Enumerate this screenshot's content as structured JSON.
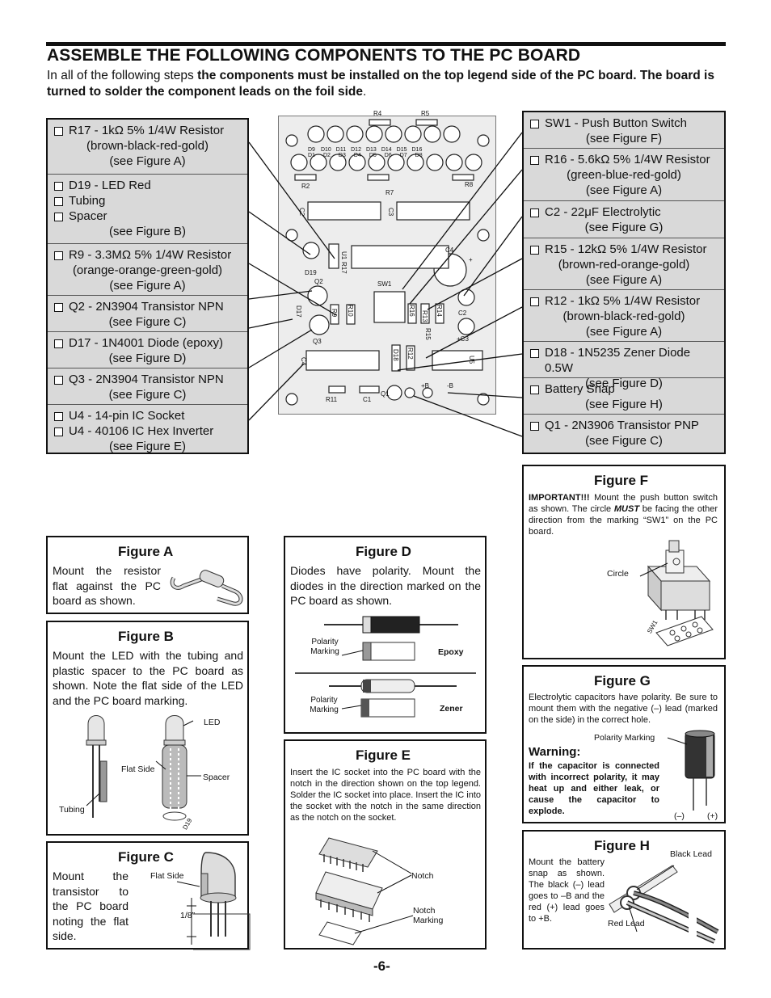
{
  "title": "ASSEMBLE THE FOLLOWING COMPONENTS TO THE PC BOARD",
  "intro": {
    "plain": "In all of the following steps ",
    "bold": "the components must be installed on the top legend side of the PC board.  The board is turned to solder the component leads on the foil side",
    "end": "."
  },
  "left_items": [
    {
      "lines": [
        "R17 - 1kΩ 5% 1/4W Resistor",
        "(brown-black-red-gold)",
        "(see Figure A)"
      ]
    },
    {
      "lines": [
        "D19 - LED Red",
        "Tubing",
        "Spacer",
        "(see Figure B)"
      ]
    },
    {
      "lines": [
        "R9 - 3.3MΩ 5% 1/4W Resistor",
        "(orange-orange-green-gold)",
        "(see Figure A)"
      ]
    },
    {
      "lines": [
        "Q2 - 2N3904 Transistor NPN",
        "(see Figure C)"
      ]
    },
    {
      "lines": [
        "D17 - 1N4001 Diode (epoxy)",
        "(see Figure D)"
      ]
    },
    {
      "lines": [
        "Q3 - 2N3904 Transistor NPN",
        "(see Figure C)"
      ]
    },
    {
      "lines": [
        "U4 - 14-pin IC Socket",
        "U4 - 40106 IC Hex Inverter",
        "(see Figure E)"
      ]
    }
  ],
  "right_items": [
    {
      "lines": [
        "SW1 - Push Button Switch",
        "(see Figure F)"
      ]
    },
    {
      "lines": [
        "R16 - 5.6kΩ 5% 1/4W Resistor",
        "(green-blue-red-gold)",
        "(see Figure A)"
      ]
    },
    {
      "lines": [
        "C2 - 22μF Electrolytic",
        "(see Figure G)"
      ]
    },
    {
      "lines": [
        "R15 - 12kΩ 5% 1/4W Resistor",
        "(brown-red-orange-gold)",
        "(see Figure A)"
      ]
    },
    {
      "lines": [
        "R12 - 1kΩ 5% 1/4W Resistor",
        "(brown-black-red-gold)",
        "(see Figure A)"
      ]
    },
    {
      "lines": [
        "D18 - 1N5235 Zener Diode 0.5W",
        "(see Figure D)"
      ]
    },
    {
      "lines": [
        "Battery Snap",
        "(see Figure H)"
      ]
    },
    {
      "lines": [
        "Q1 - 2N3906 Transistor PNP",
        "(see Figure C)"
      ]
    }
  ],
  "board_labels": {
    "r4": "R4",
    "r5": "R5",
    "leds_top": [
      "D9",
      "D10",
      "D11",
      "D12",
      "D13",
      "D14",
      "D15",
      "D16"
    ],
    "leds_bot": [
      "D1",
      "D2",
      "D3",
      "D4",
      "D5",
      "D6",
      "D7",
      "D8"
    ],
    "r2": "R2",
    "r7": "R7",
    "r8": "R8",
    "c2a": "C2",
    "c3a": "C3",
    "c4": "C4",
    "plus": "+",
    "d19": "D19",
    "u1": "U1",
    "r17": "R17",
    "q2": "Q2",
    "sw1": "SW1",
    "d17": "D17",
    "r9": "R9",
    "r10": "R10",
    "r16": "R16",
    "r13": "R13",
    "r14": "R14",
    "c2": "C2",
    "r15": "R15",
    "c3": "+C3",
    "q3": "Q3",
    "c4b": "C4",
    "d18": "D18",
    "r12": "R12",
    "u5": "U5",
    "r11": "R11",
    "c1": "C1",
    "q1": "Q1",
    "pb": "+B",
    "nb": "-B"
  },
  "fig_a": {
    "title": "Figure A",
    "text": "Mount the resistor flat against the PC board as shown."
  },
  "fig_b": {
    "title": "Figure B",
    "text": "Mount the LED with the tubing and plastic spacer to the PC board as shown. Note the flat side of the LED and the PC board marking.",
    "led": "LED",
    "flat": "Flat Side",
    "spacer": "Spacer",
    "tubing": "Tubing",
    "d19": "D19"
  },
  "fig_c": {
    "title": "Figure C",
    "text": "Mount the transistor to the PC board noting the flat side.",
    "flat": "Flat Side",
    "dim": "1/8”"
  },
  "fig_d": {
    "title": "Figure D",
    "text": "Diodes have polarity. Mount the diodes in the direction marked on the PC board as shown.",
    "pol1": "Polarity Marking",
    "epoxy": "Epoxy",
    "pol2": "Polarity Marking",
    "zener": "Zener"
  },
  "fig_e": {
    "title": "Figure E",
    "text": "Insert the IC socket into the PC board with the notch in the direction shown on the top legend. Solder the IC socket into place. Insert the IC into the socket with the notch in the same direction as the notch on the socket.",
    "notch": "Notch",
    "notch_marking": "Notch Marking"
  },
  "fig_f": {
    "title": "Figure F",
    "important": "IMPORTANT!!!",
    "text1": " Mount the push button switch as shown. The circle ",
    "must": "MUST",
    "text2": " be facing the other direction from the marking “SW1” on the PC board.",
    "circle": "Circle",
    "sw1": "SW1"
  },
  "fig_g": {
    "title": "Figure G",
    "text": "Electrolytic capacitors have polarity. Be sure to mount them with the negative (–) lead (marked on the side) in the correct hole.",
    "warning_title": "Warning:",
    "warning": "If the capacitor is connected with incorrect polarity, it may heat up and either leak, or cause the capacitor to explode.",
    "polarity": "Polarity Marking",
    "neg": "(–)",
    "pos": "(+)"
  },
  "fig_h": {
    "title": "Figure H",
    "text": "Mount the battery snap as shown. The black (–) lead goes to –B and the red (+) lead goes to +B.",
    "black": "Black Lead",
    "red": "Red Lead"
  },
  "page_number": "-6-"
}
